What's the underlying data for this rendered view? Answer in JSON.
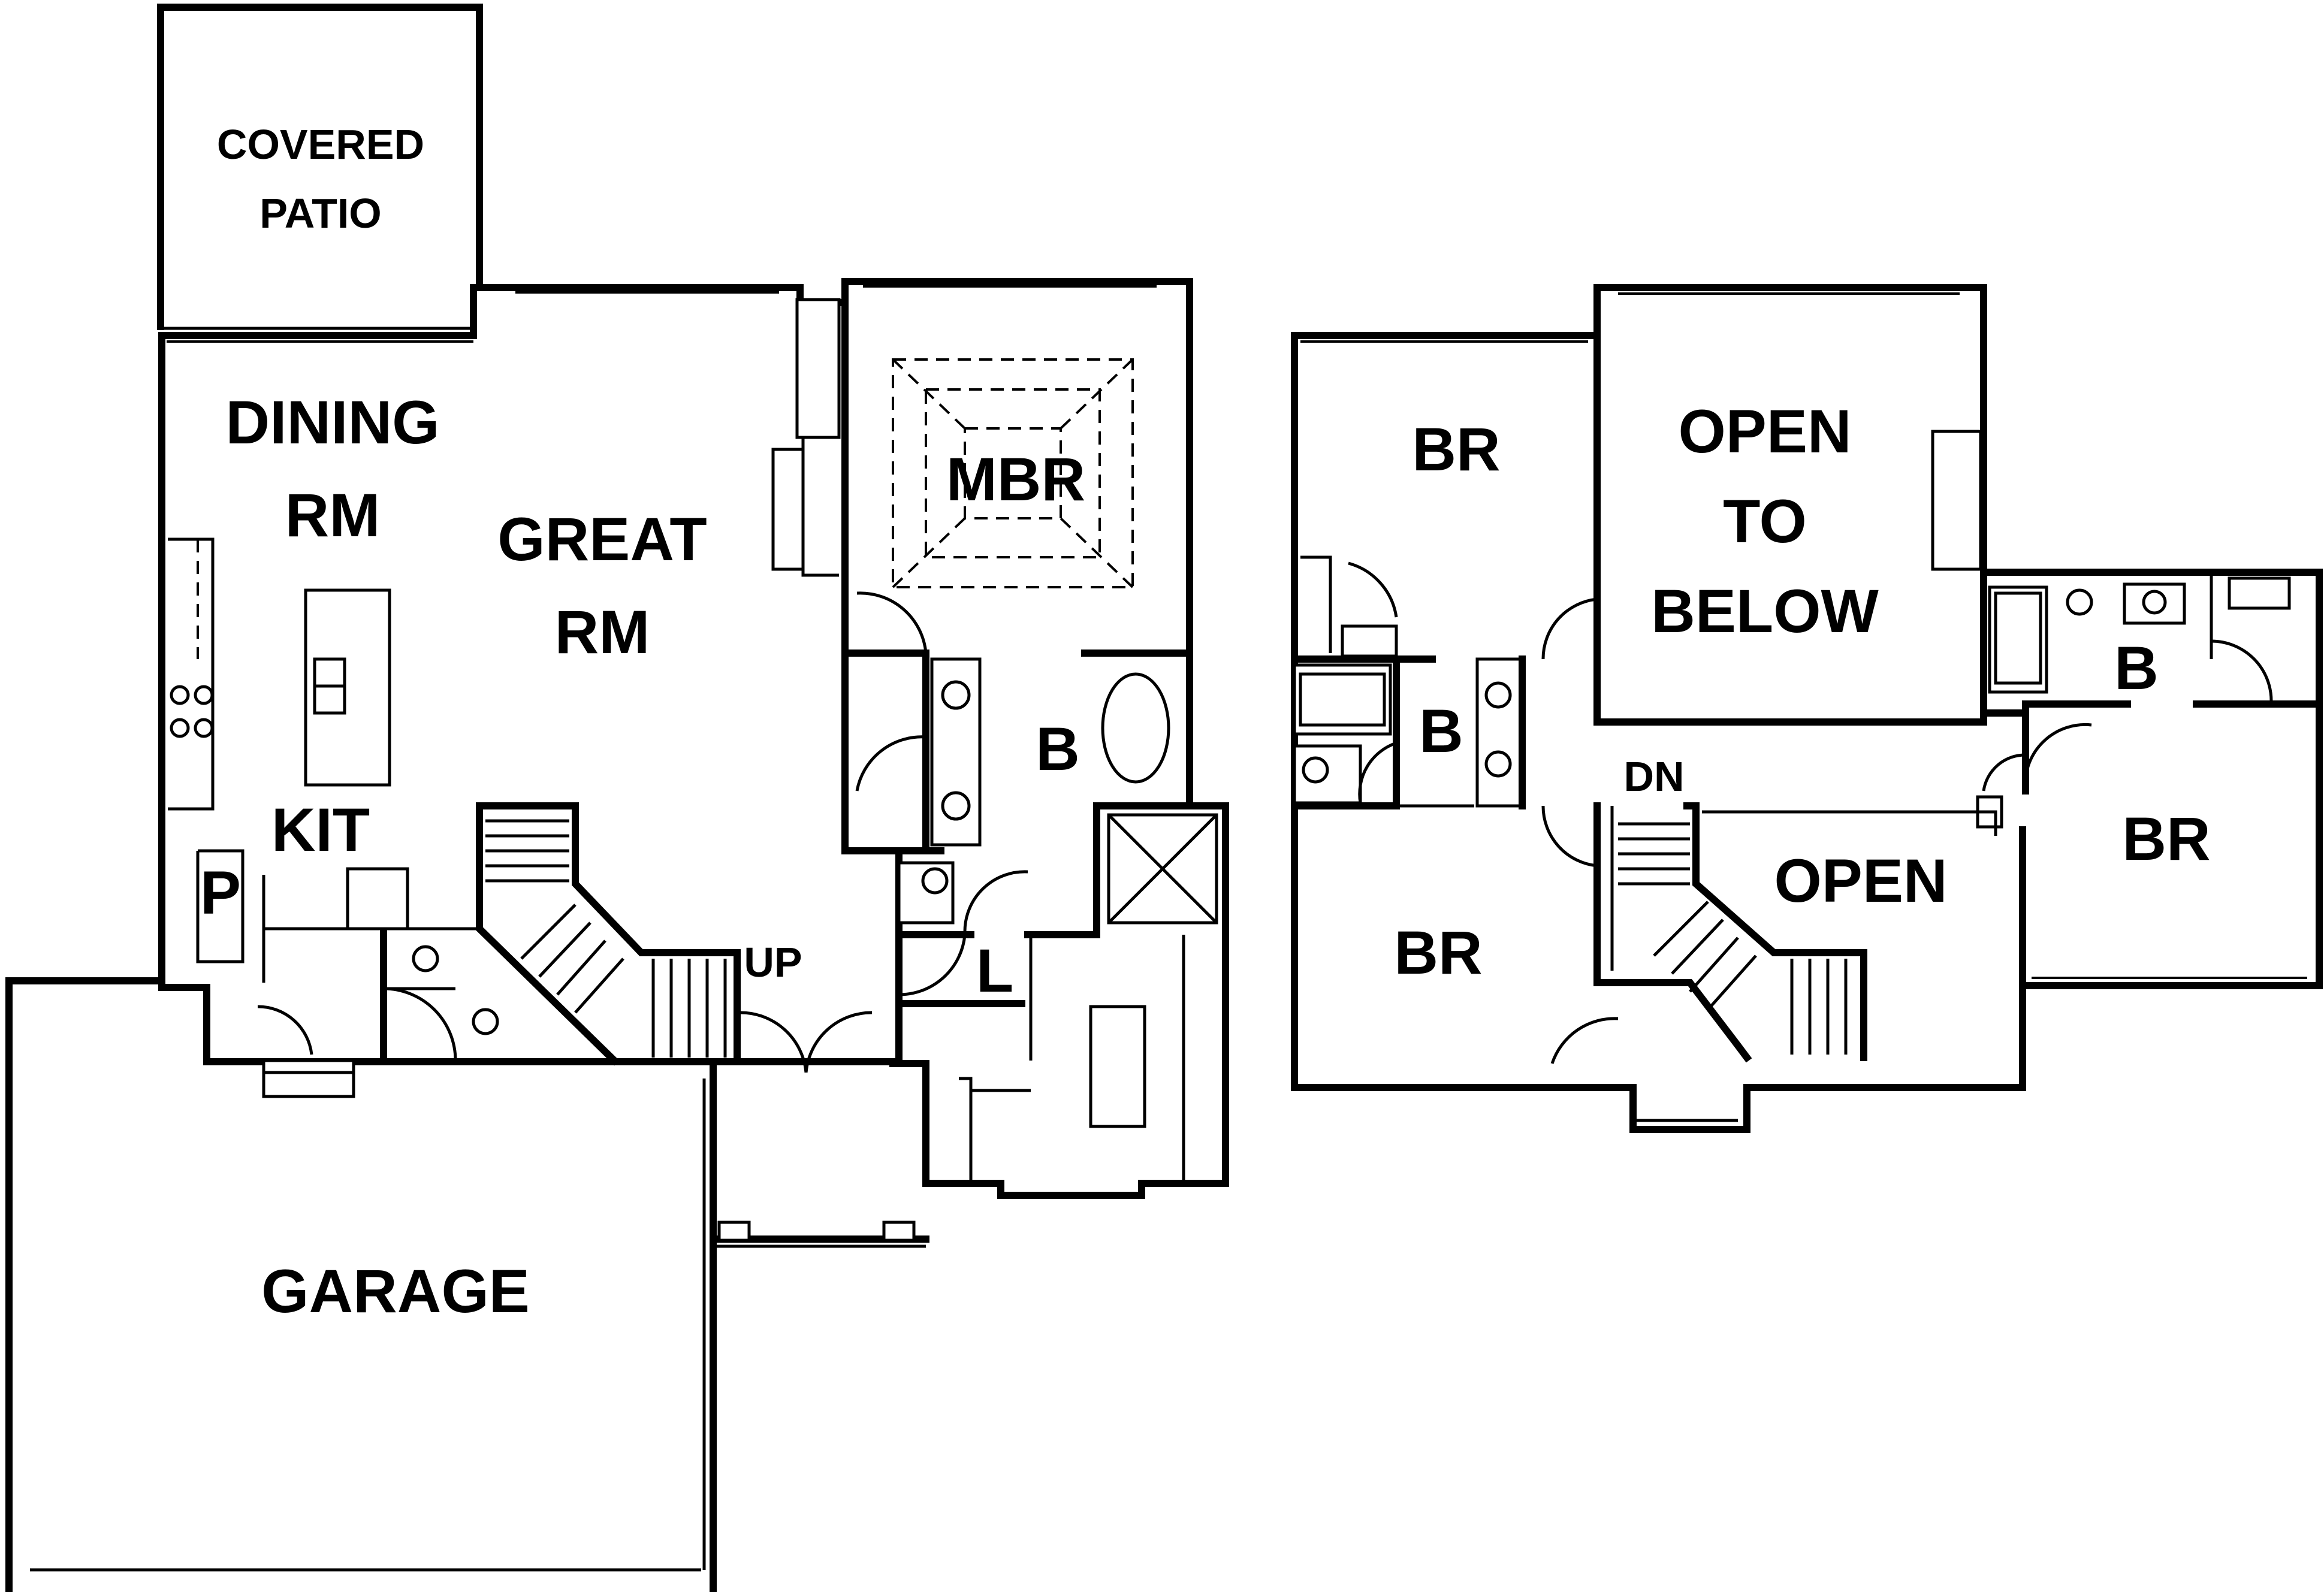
{
  "labels": {
    "covered_patio_line1": "COVERED",
    "covered_patio_line2": "PATIO",
    "dining_line1": "DINING",
    "dining_line2": "RM",
    "great_line1": "GREAT",
    "great_line2": "RM",
    "mbr": "MBR",
    "kit": "KIT",
    "pantry": "P",
    "master_bath": "B",
    "laundry": "L",
    "up": "UP",
    "garage": "GARAGE",
    "br_upper_left": "BR",
    "open_to_below_line1": "OPEN",
    "open_to_below_line2": "TO",
    "open_to_below_line3": "BELOW",
    "bath_upper_center": "B",
    "bath_upper_right": "B",
    "dn": "DN",
    "open": "OPEN",
    "br_lower_left": "BR",
    "br_right": "BR"
  }
}
